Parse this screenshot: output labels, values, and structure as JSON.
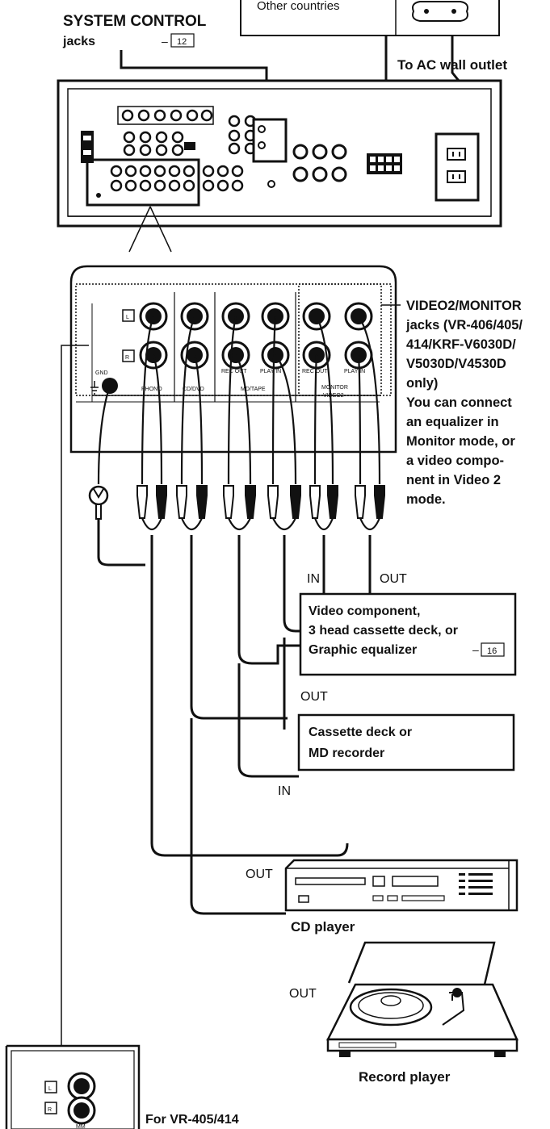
{
  "plug_box": {
    "text": "Other countries"
  },
  "system_control": {
    "line1": "SYSTEM CONTROL",
    "line2": "jacks",
    "ref": "12"
  },
  "ac_outlet": {
    "label": "To AC wall outlet"
  },
  "panel": {
    "l_mark": "L",
    "r_mark": "R",
    "gnd": "GND",
    "phono": "PHONO",
    "cd_dvd": "CD/DVD",
    "rec_out_md": "REC OUT",
    "play_in_md": "PLAY IN",
    "md_tape": "MD/TAPE",
    "rec_out_mon": "REC OUT",
    "play_in_mon": "PLAY IN",
    "monitor": "MONITOR",
    "video2": "VIDEO2"
  },
  "video2_note": {
    "lines": [
      "VIDEO2/MONITOR",
      "jacks (VR-406/405/",
      "414/KRF-V6030D/",
      "V5030D/V4530D",
      "only)",
      "You can connect",
      "an equalizer in",
      "Monitor mode, or",
      "a video compo-",
      "nent in Video 2",
      "mode."
    ]
  },
  "video_box": {
    "in_label": "IN",
    "out_label": "OUT",
    "line1": "Video component,",
    "line2": "3 head cassette deck, or",
    "line3": "Graphic equalizer",
    "ref": "16"
  },
  "cassette_box": {
    "out_label": "OUT",
    "in_label": "IN",
    "line1": "Cassette deck or",
    "line2": "MD recorder"
  },
  "cd_player": {
    "out_label": "OUT",
    "name": "CD player"
  },
  "record_player": {
    "out_label": "OUT",
    "name": "Record player"
  },
  "inset": {
    "l_mark": "L",
    "r_mark": "R",
    "small": "MM",
    "caption": "For VR-405/414"
  }
}
